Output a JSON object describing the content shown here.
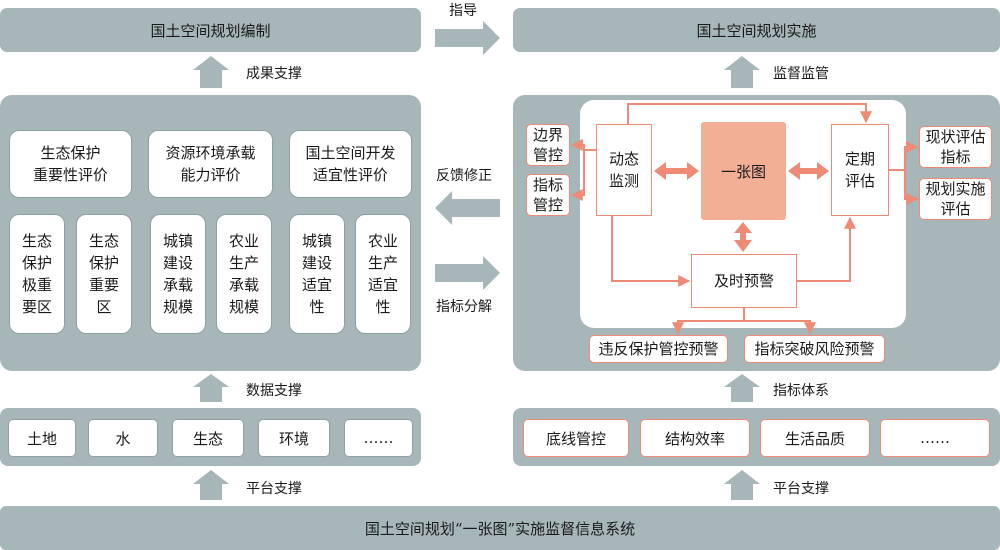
{
  "top_left_bar": "国土空间规划编制",
  "top_right_bar": "国土空间规划实施",
  "arrow_guide": "指导",
  "arrow_feedback": "反馈修正",
  "arrow_indicator_decompose": "指标分解",
  "label_result_support": "成果支撑",
  "label_supervision": "监督监管",
  "label_data_support": "数据支撑",
  "label_indicator_system": "指标体系",
  "label_platform_left": "平台支撑",
  "label_platform_right": "平台支撑",
  "left_evals": [
    "生态保护\n重要性评价",
    "资源环境承载\n能力评价",
    "国土空间开发\n适宜性评价"
  ],
  "left_zones": [
    "生态\n保护\n极重\n要区",
    "生态\n保护\n重要\n区",
    "城镇\n建设\n承载\n规模",
    "农业\n生产\n承载\n规模",
    "城镇\n建设\n适宜\n性",
    "农业\n生产\n适宜\n性"
  ],
  "left_data": [
    "土地",
    "水",
    "生态",
    "环境",
    "……"
  ],
  "right_core": "一张图",
  "right_dynamic": "动态\n监测",
  "right_periodic": "定期\n评估",
  "right_warning": "及时预警",
  "right_border_control": "边界\n管控",
  "right_indicator_control": "指标\n管控",
  "right_status_eval": "现状评估\n指标",
  "right_plan_eval": "规划实施\n评估",
  "right_violation_warning": "违反保护管控预警",
  "right_indicator_warning": "指标突破风险预警",
  "right_indicators": [
    "底线管控",
    "结构效率",
    "生活品质",
    "……"
  ],
  "bottom_bar": "国土空间规划“一张图”实施监督信息系统",
  "colors": {
    "panel": "#a7b6b8",
    "accent_red": "#ef8a77",
    "core_fill": "#f3ae96",
    "arrow_gray": "#a7b6b8"
  }
}
